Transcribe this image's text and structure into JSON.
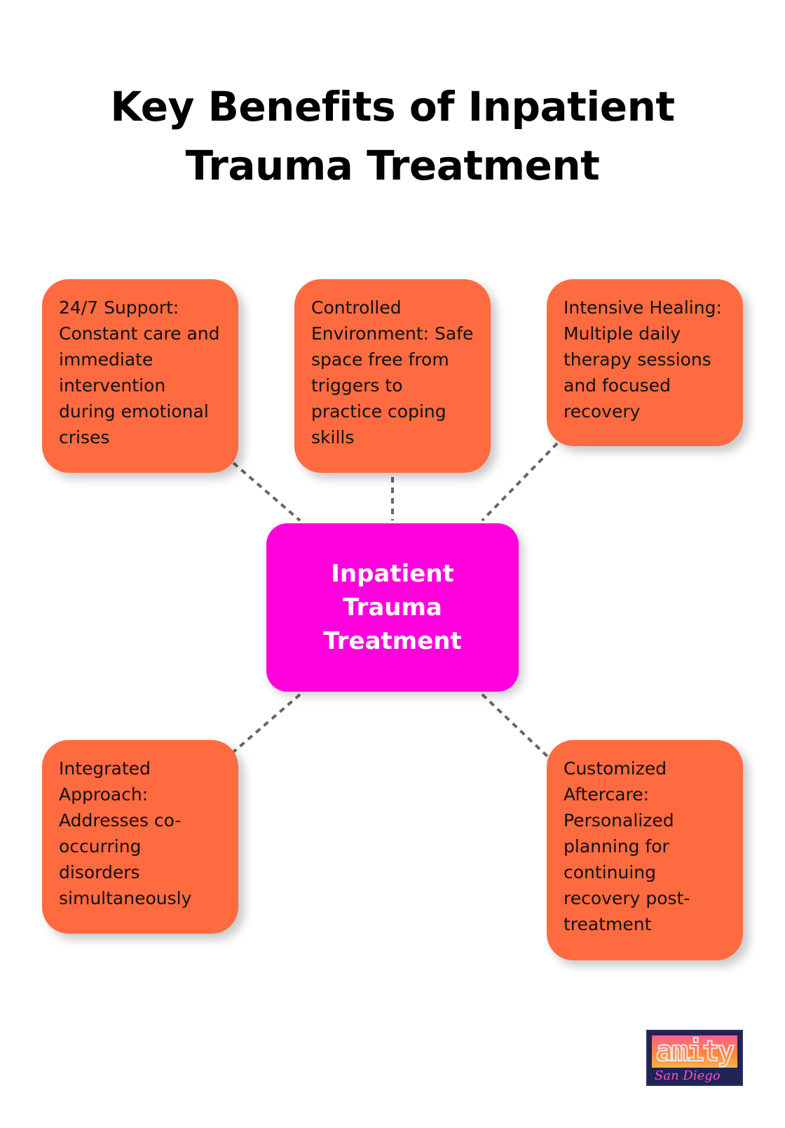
{
  "title": {
    "line1": "Key Benefits of Inpatient",
    "line2": "Trauma Treatment"
  },
  "center": {
    "label": "Inpatient Trauma Treatment"
  },
  "nodes": [
    {
      "text": "24/7 Support: Constant care and immediate intervention during emotional crises"
    },
    {
      "text": "Controlled Environment: Safe space free from triggers to practice coping skills"
    },
    {
      "text": "Intensive Healing: Multiple daily therapy sessions and focused recovery"
    },
    {
      "text": "Integrated Approach: Addresses co-occurring disorders simultaneously"
    },
    {
      "text": "Customized Aftercare: Personalized planning for continuing recovery post-treatment"
    }
  ],
  "colors": {
    "node": "#ff6b40",
    "center": "#ff00dd",
    "connector": "#666666"
  },
  "logo": {
    "word": "amity",
    "script": "San Diego"
  }
}
